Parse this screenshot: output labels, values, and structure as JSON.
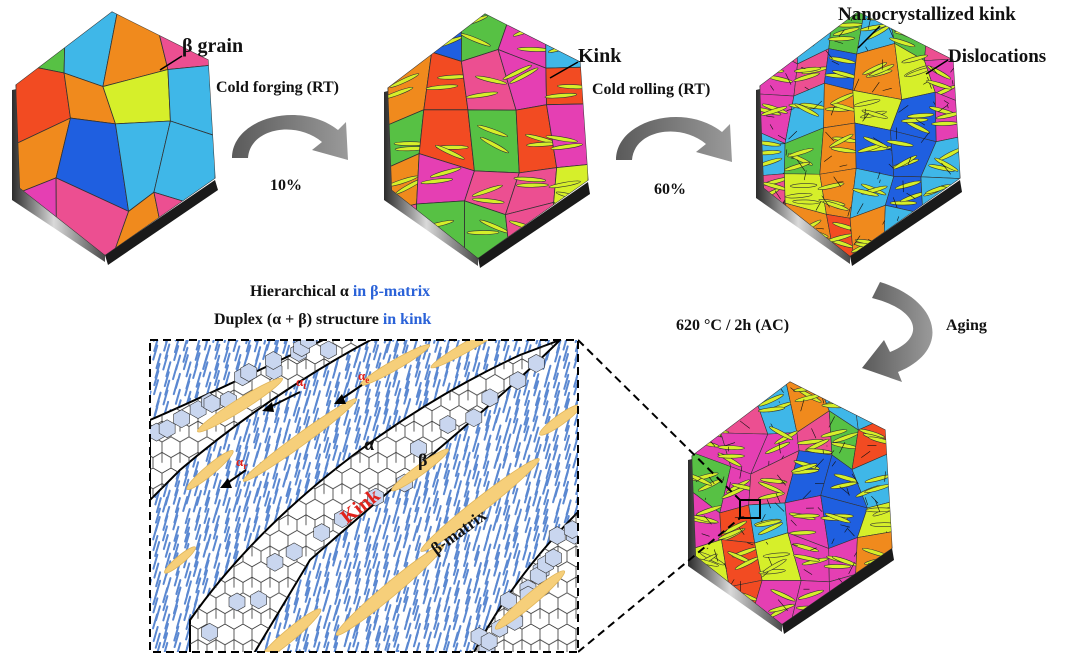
{
  "labels": {
    "beta_grain": "β grain",
    "cold_forging": "Cold forging (RT)",
    "forging_pct": "10%",
    "kink": "Kink",
    "cold_rolling": "Cold rolling (RT)",
    "rolling_pct": "60%",
    "nanocrystallized_kink": "Nanocrystallized kink",
    "dislocations": "Dislocations",
    "aging_condition": "620 °C / 2h (AC)",
    "aging": "Aging",
    "hier_line_a": "Hierarchical α ",
    "hier_line_b": "in β-matrix",
    "duplex_line_a": "Duplex (α + β) structure ",
    "duplex_line_b": "in kink",
    "inset_alpha": "α",
    "inset_beta": "β",
    "inset_kink": "Kink",
    "inset_beta_matrix": "β-matrix",
    "alpha_t": "α",
    "alpha_t_sub": "t",
    "alpha_e": "α",
    "alpha_e_sub": "e",
    "alpha_r": "α",
    "alpha_r_sub": "r"
  },
  "colors": {
    "grain_palette": [
      "#e53fb3",
      "#f08a1d",
      "#3fb7e8",
      "#f24b22",
      "#d6ef2a",
      "#57c144",
      "#1f5fe0",
      "#ec4f91"
    ],
    "needle_blue": "#5b88d1",
    "alpha_yellow": "#f6cf7a",
    "hex_fill": "#c9d6ef",
    "label_blue": "#2a62d8",
    "label_red": "#e0231c"
  }
}
